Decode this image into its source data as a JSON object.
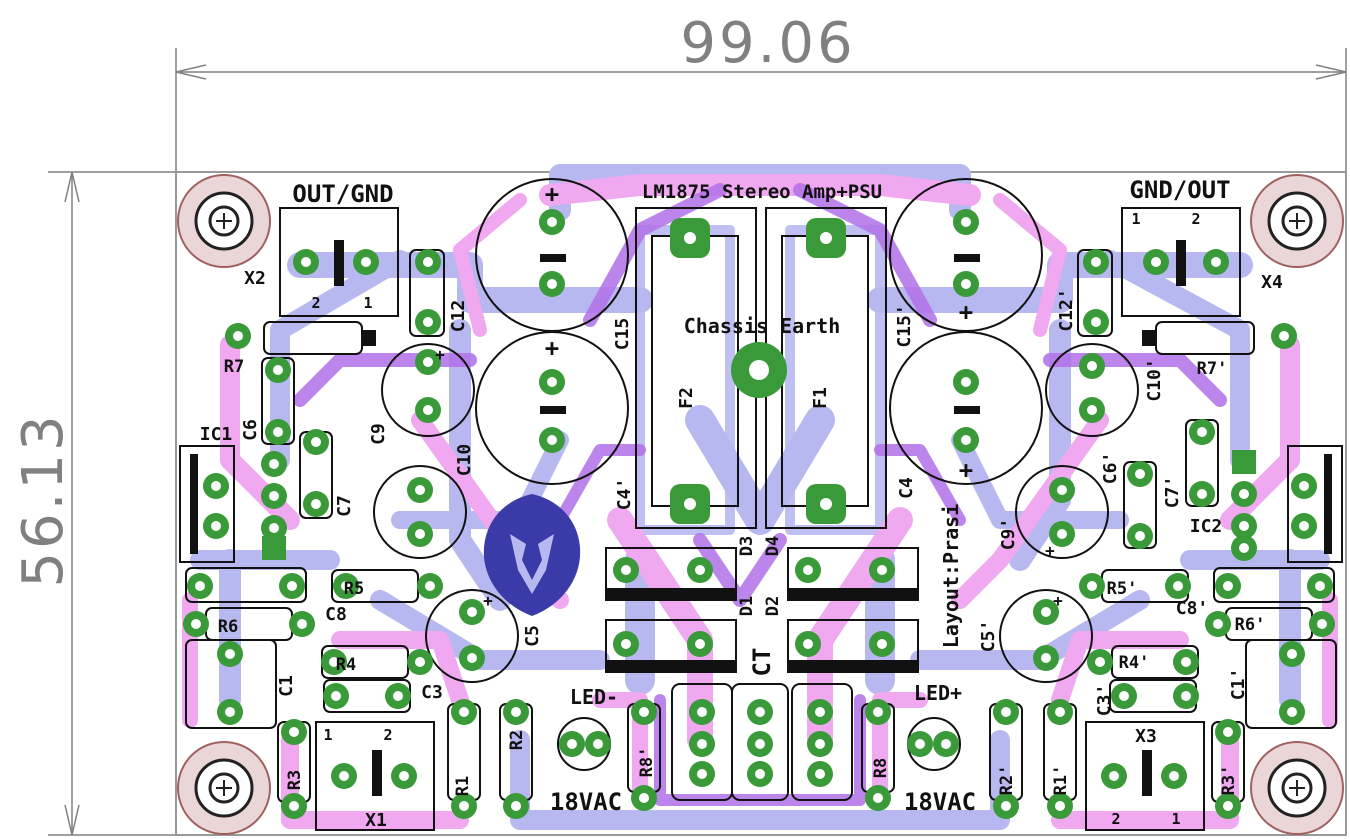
{
  "dimensions": {
    "width_label": "99.06",
    "height_label": "56.13"
  },
  "board": {
    "title": "LM1875 Stereo Amp+PSU",
    "chassis_label": "Chassis Earth",
    "layout_credit": "Layout:Prasi",
    "out_gnd": "OUT/GND",
    "gnd_out": "GND/OUT",
    "ct": "CT",
    "led_minus": "LED-",
    "led_plus": "LED+",
    "vac_left": "18VAC",
    "vac_right": "18VAC",
    "plus": "+",
    "terminal_pins": {
      "p1": "1",
      "p2": "2",
      "o1": "1",
      "o2": "2"
    }
  },
  "components": {
    "X1": "X1",
    "X2": "X2",
    "X3": "X3",
    "X4": "X4",
    "IC1": "IC1",
    "IC2": "IC2",
    "C1": "C1",
    "C1p": "C1'",
    "C3": "C3",
    "C3p": "C3'",
    "C4": "C4",
    "C4p": "C4'",
    "C5": "C5",
    "C5p": "C5'",
    "C6": "C6",
    "C6p": "C6'",
    "C7": "C7",
    "C7p": "C7'",
    "C8": "C8",
    "C8p": "C8'",
    "C9": "C9",
    "C9p": "C9'",
    "C10": "C10",
    "C10p": "C10'",
    "C12": "C12",
    "C12p": "C12'",
    "C15": "C15",
    "C15p": "C15'",
    "R1": "R1",
    "R1p": "R1'",
    "R2": "R2",
    "R2p": "R2'",
    "R3": "R3",
    "R3p": "R3'",
    "R4": "R4",
    "R4p": "R4'",
    "R5": "R5",
    "R5p": "R5'",
    "R6": "R6",
    "R6p": "R6'",
    "R7": "R7",
    "R7p": "R7'",
    "R8": "R8",
    "R8p": "R8'",
    "F1": "F1",
    "F2": "F2",
    "D1": "D1",
    "D2": "D2",
    "D3": "D3",
    "D4": "D4"
  },
  "colors": {
    "board": "#ffffff",
    "bottom_copper": "#b8b8f0",
    "top_copper": "#f0a8f0",
    "via_copper": "#b070e8",
    "pad": "#3a9a3a",
    "silkscreen": "#111111",
    "dimension": "#808080",
    "logo": "#3a3aa8"
  }
}
